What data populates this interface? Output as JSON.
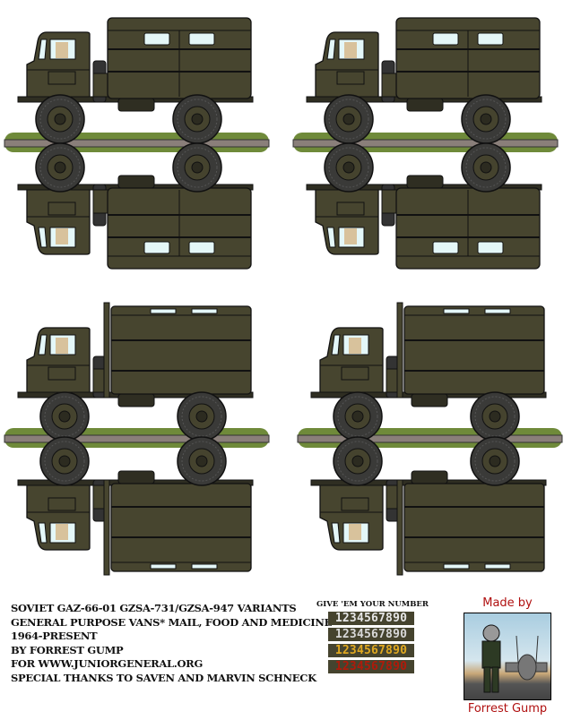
{
  "credits": {
    "lines": [
      "SOVIET GAZ-66-01 GZSA-731/GZSA-947 VARIANTS",
      "GENERAL PURPOSE VANS* MAIL, FOOD AND MEDICINE",
      "1964-PRESENT",
      "BY FORREST GUMP",
      "FOR WWW.JUNIORGENERAL.ORG",
      "SPECIAL THANKS TO SAVEN AND MARVIN SCHNECK"
    ]
  },
  "numbers": {
    "title": "GIVE 'EM YOUR NUMBER",
    "rows": [
      {
        "digits": "1234567890",
        "color": "#e6e6e6"
      },
      {
        "digits": "1234567890",
        "color": "#d8d8d8"
      },
      {
        "digits": "1234567890",
        "color": "#e0a820"
      },
      {
        "digits": "1234567890",
        "color": "#b01a0a"
      }
    ]
  },
  "author": {
    "made_by": "Made by",
    "name": "Forrest Gump"
  },
  "colors": {
    "olive": "#47452f",
    "ground": "#6f8a3a",
    "road": "#8a7f7a",
    "window": "#e4f7f8"
  }
}
